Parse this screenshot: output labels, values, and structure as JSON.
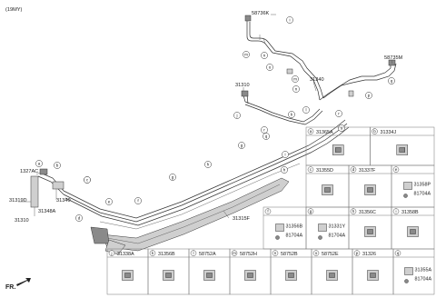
{
  "model_year": "(19MY)",
  "front_label": "FR.",
  "part_labels": {
    "p58736K": "58736K",
    "p58735M": "58735M",
    "p31340_top": "31340",
    "p31310_right": "31310",
    "p1327AC": "1327AC",
    "p31340_left": "31340",
    "p31348A": "31348A",
    "p31319D": "31319D",
    "p31310_left": "31310",
    "p31315F": "31315F"
  },
  "callouts": [
    "i",
    "m",
    "n",
    "o",
    "m",
    "n",
    "q",
    "p",
    "l",
    "k",
    "j",
    "r",
    "h",
    "s",
    "c",
    "a",
    "b",
    "c",
    "d",
    "e",
    "f",
    "g",
    "h",
    "g",
    "i",
    "q",
    "r"
  ],
  "table": {
    "rows": [
      [
        {
          "letter": "a",
          "part": "31365A"
        },
        {
          "letter": "b",
          "part": "31334J"
        }
      ],
      [
        {
          "letter": "c",
          "part": "31355D"
        },
        {
          "letter": "d",
          "part": "31337F"
        },
        {
          "letter": "e",
          "part": "",
          "subs": [
            "31358P",
            "81704A"
          ]
        }
      ],
      [
        {
          "letter": "f",
          "part": "",
          "subs": [
            "31356B",
            "81704A"
          ]
        },
        {
          "letter": "g",
          "part": "",
          "subs": [
            "31331Y",
            "81704A"
          ]
        },
        {
          "letter": "h",
          "part": "31356C"
        },
        {
          "letter": "i",
          "part": "31358B"
        }
      ],
      [
        {
          "letter": "j",
          "part": "31338A"
        },
        {
          "letter": "k",
          "part": "31356B"
        },
        {
          "letter": "l",
          "part": "58752A"
        },
        {
          "letter": "m",
          "part": "58752H"
        },
        {
          "letter": "n",
          "part": "58752B"
        },
        {
          "letter": "o",
          "part": "58752E"
        },
        {
          "letter": "p",
          "part": "31326"
        },
        {
          "letter": "q",
          "part": "",
          "subs": [
            "31355A",
            "81704A"
          ]
        }
      ]
    ]
  }
}
